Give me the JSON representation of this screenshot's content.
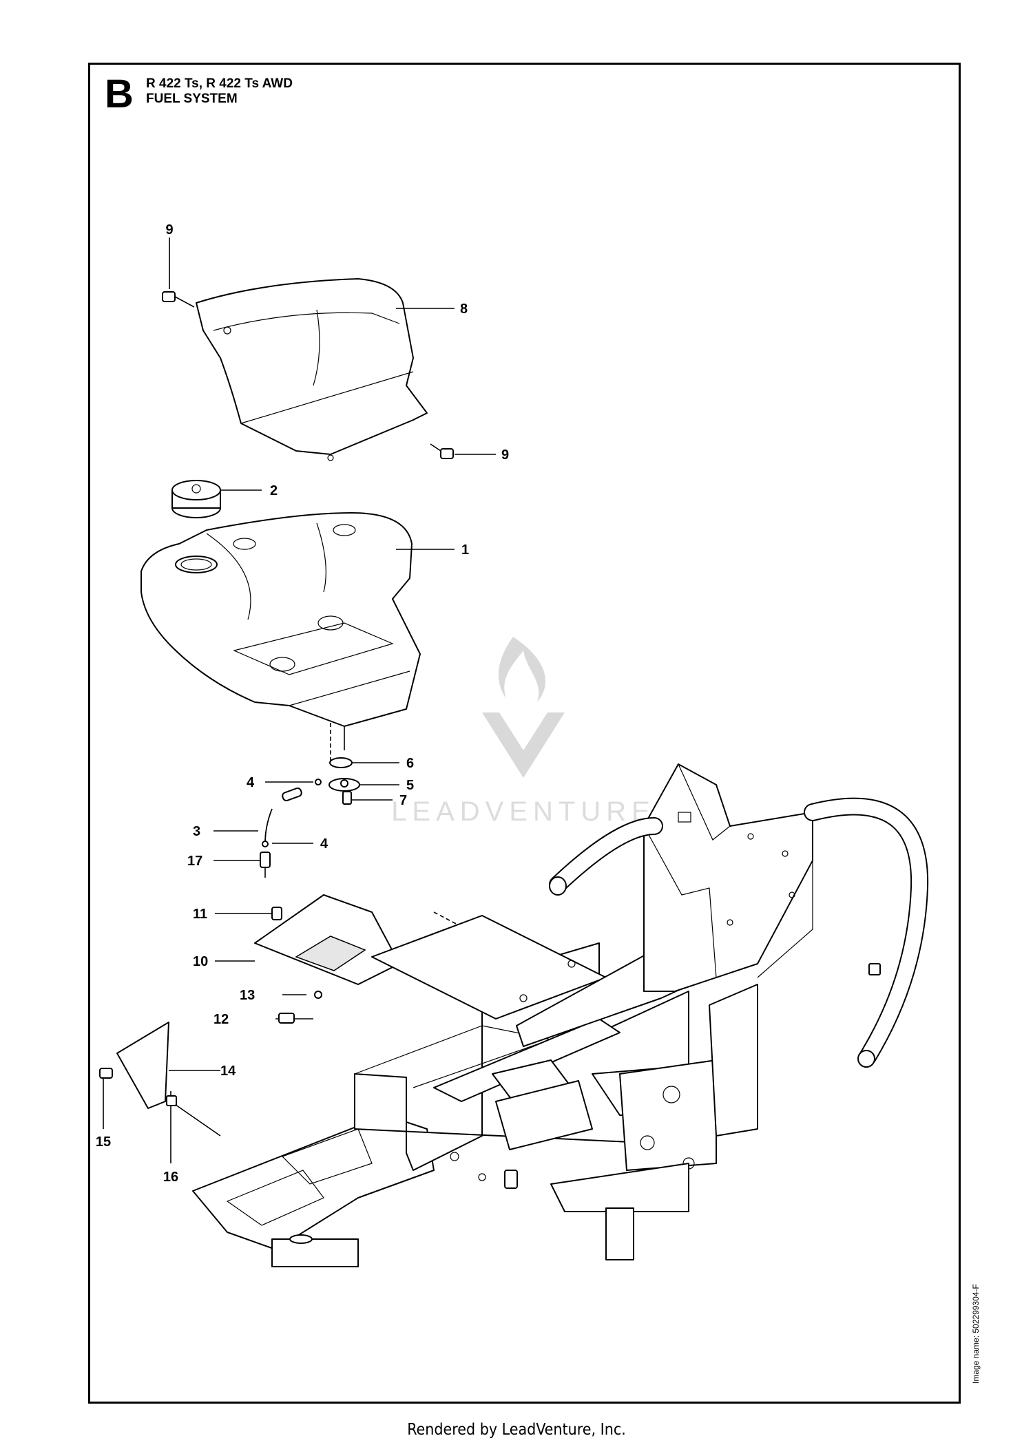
{
  "header": {
    "section_letter": "B",
    "model_line": "R 422 Ts, R 422 Ts AWD",
    "system_line": "FUEL SYSTEM"
  },
  "callouts": [
    "9",
    "8",
    "9",
    "2",
    "1",
    "6",
    "5",
    "4",
    "7",
    "3",
    "4",
    "17",
    "11",
    "10",
    "13",
    "12",
    "14",
    "15",
    "16"
  ],
  "watermark": {
    "text": "LEADVENTURE"
  },
  "image_name": "Image name: 502299304-F",
  "footer": "Rendered by LeadVenture, Inc."
}
